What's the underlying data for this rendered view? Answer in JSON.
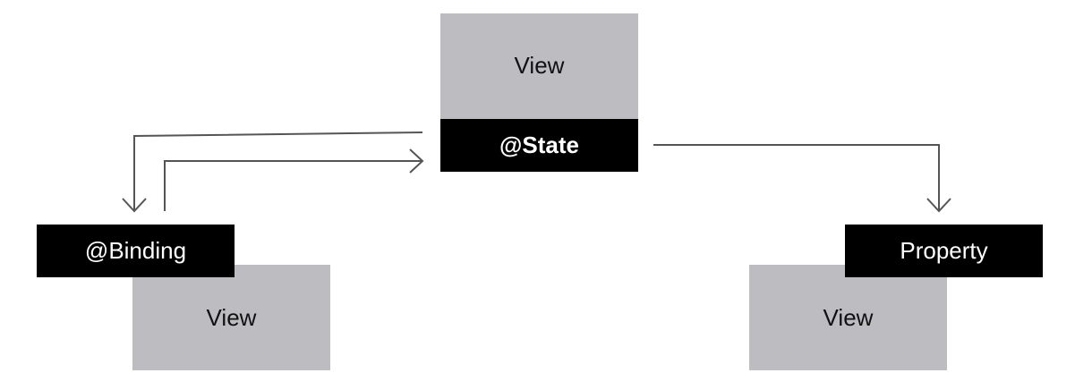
{
  "center": {
    "view_label": "View",
    "state_label": "@State"
  },
  "left": {
    "binding_label": "@Binding",
    "view_label": "View"
  },
  "right": {
    "property_label": "Property",
    "view_label": "View"
  },
  "colors": {
    "view_fill": "#bdbcc1",
    "label_fill": "#000000",
    "line": "#555555"
  }
}
